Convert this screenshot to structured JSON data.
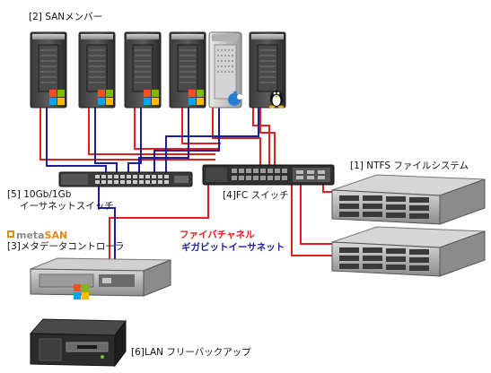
{
  "labels": {
    "san_members": "[2] SANメンバー",
    "ntfs": "[1] NTFS ファイルシステム",
    "ethernet_switch_line1": "[5] 10Gb/1Gb",
    "ethernet_switch_line2": "イーサネットスイッチ",
    "fc_switch": "[4]FC スイッチ",
    "metadata_controller": "[3]メタデータコントローラ",
    "lan_free_backup": "[6]LAN フリーバックアップ"
  },
  "legend": {
    "fibre_channel": "ファイバチャネル",
    "gigabit_ethernet": "ギガビットイーサネット",
    "fibre_channel_color": "#e0201c",
    "gigabit_ethernet_color": "#1d1d9e"
  },
  "brand": {
    "prefix": "meta",
    "suffix": "SAN"
  },
  "servers": [
    {
      "os_icon": "windows-logo-icon"
    },
    {
      "os_icon": "windows-logo-icon"
    },
    {
      "os_icon": "windows-logo-icon"
    },
    {
      "os_icon": "windows-logo-icon"
    },
    {
      "os_icon": "apple-logo-icon"
    },
    {
      "os_icon": "linux-tux-icon"
    }
  ]
}
